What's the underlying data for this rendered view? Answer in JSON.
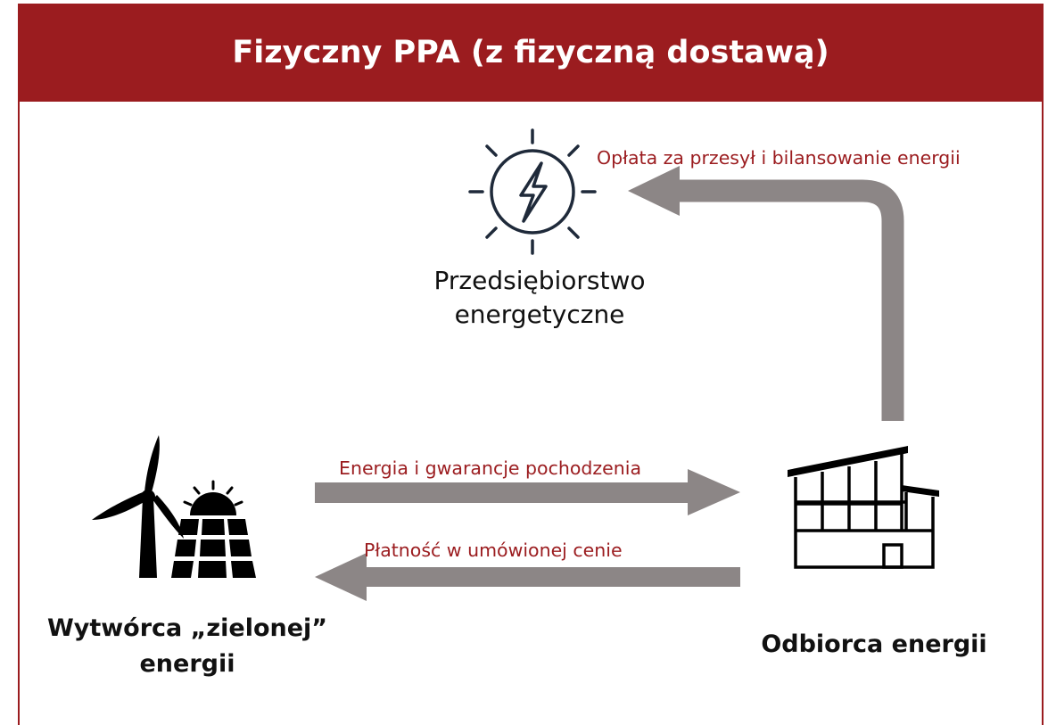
{
  "title": "Fizyczny PPA (z fizyczną dostawą)",
  "energy_company": {
    "label": "Przedsiębiorstwo energetyczne",
    "icon": "sun-lightning-icon"
  },
  "producer": {
    "label": "Wytwórca „zielonej” energii",
    "icon": "wind-solar-icon"
  },
  "consumer": {
    "label": "Odbiorca energii",
    "icon": "factory-building-icon"
  },
  "flows": {
    "transmission_fee": "Opłata za przesył i bilansowanie energii",
    "energy_and_guarantees": "Energia i gwarancje pochodzenia",
    "payment": "Płatność w umówionej cenie"
  },
  "colors": {
    "accent": "#9b1c1f",
    "arrow": "#8c8686",
    "icon": "#1f2a3a",
    "text": "#111111"
  }
}
